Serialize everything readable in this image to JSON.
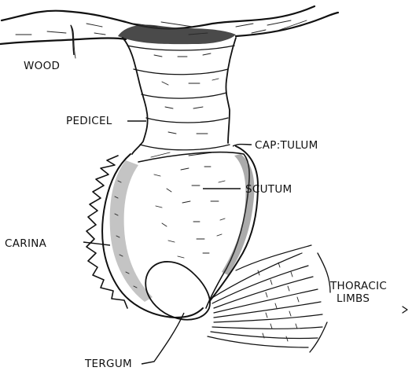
{
  "diagram": {
    "labels": {
      "wood": "WOOD",
      "pedicel": "PEDICEL",
      "capitulum": "CAP:TULUM",
      "scutum": "SCUTUM",
      "carina": "CARINA",
      "thoracic_line1": "THORACIC",
      "thoracic_line2": "LIMBS",
      "tergum": "TERGUM"
    },
    "ink_color": "#111111",
    "background_color": "#ffffff"
  }
}
